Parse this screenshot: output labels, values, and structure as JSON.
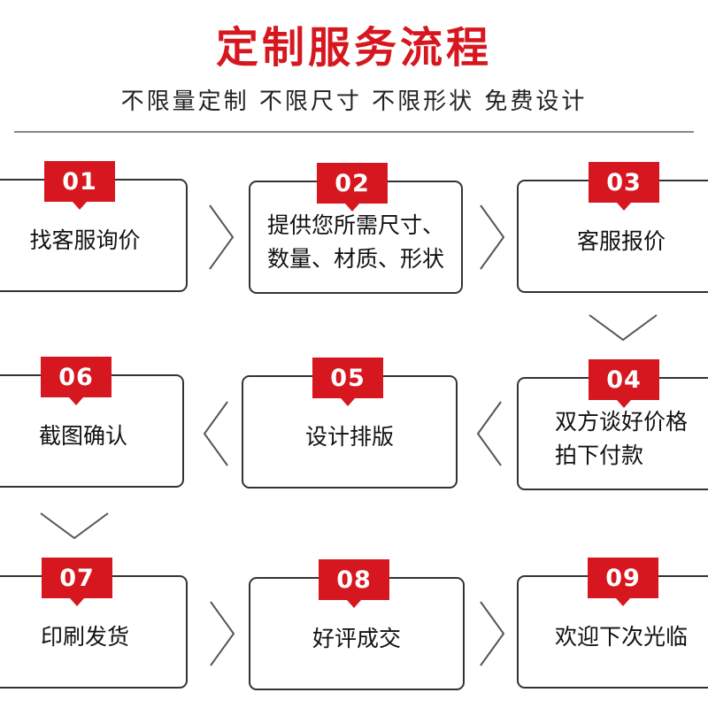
{
  "header": {
    "title": "定制服务流程",
    "subtitle": "不限量定制 不限尺寸 不限形状 免费设计"
  },
  "colors": {
    "accent": "#d7171f",
    "border": "#333333",
    "arrow": "#555555"
  },
  "icons": {
    "arrow_right": "chevron-right-icon",
    "arrow_left": "chevron-left-icon",
    "arrow_down": "chevron-down-icon"
  },
  "steps": [
    {
      "num": "01",
      "lines": [
        "找客服询价"
      ]
    },
    {
      "num": "02",
      "lines": [
        "提供您所需尺寸、",
        "数量、材质、形状"
      ]
    },
    {
      "num": "03",
      "lines": [
        "客服报价"
      ]
    },
    {
      "num": "04",
      "lines": [
        "双方谈好价格",
        "拍下付款"
      ]
    },
    {
      "num": "05",
      "lines": [
        "设计排版"
      ]
    },
    {
      "num": "06",
      "lines": [
        "截图确认"
      ]
    },
    {
      "num": "07",
      "lines": [
        "印刷发货"
      ]
    },
    {
      "num": "08",
      "lines": [
        "好评成交"
      ]
    },
    {
      "num": "09",
      "lines": [
        "欢迎下次光临"
      ]
    }
  ]
}
